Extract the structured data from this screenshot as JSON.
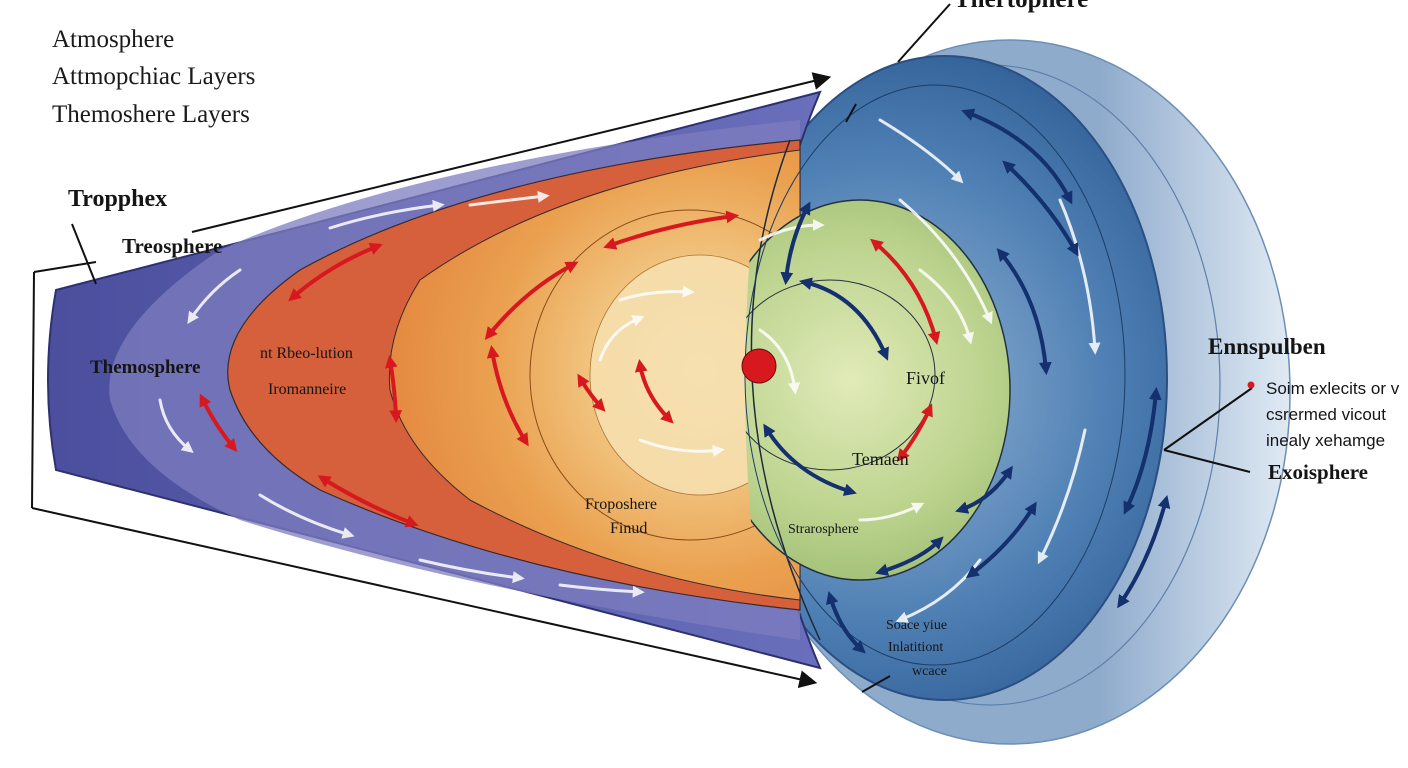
{
  "header": {
    "lines": [
      "Atmosphere",
      "Attmopchiac Layers",
      "Themoshere Layers"
    ]
  },
  "labels": {
    "top_title": "Thertophere",
    "tropphex": "Tropphex",
    "treosphere": "Treosphere",
    "themosphere": "Themosphere",
    "rbeo_lution": "nt Rbeo-lution",
    "iromanneire": "Iromanneire",
    "froposhere": "Froposhere",
    "finud": "Finud",
    "fivof": "Fivof",
    "temaen": "Temaen",
    "stratosphere": "Strarosphere",
    "soace_line_1": "Soace yiue",
    "soace_line_2": "Inlatitiont",
    "soace_line_3": "wcace",
    "ennspulben": "Ennspulben",
    "exosphere": "Exoisphere"
  },
  "note": {
    "lines": [
      "Soim exlecits or v",
      "csrermed vicout",
      "inealy xehamge"
    ],
    "bullet_color": "#d7191f"
  },
  "colors": {
    "outer_band": "#5a5fae",
    "orange": "#e0783a",
    "yellow_core": "#f3d9a0",
    "green_disc": "#a9c77a",
    "blue_shell": "#3f72a8",
    "outer_shell": "#a9c1da",
    "red_arrow": "#d7191f",
    "navy_arrow": "#14306e",
    "center_dot": "#d7191f"
  }
}
